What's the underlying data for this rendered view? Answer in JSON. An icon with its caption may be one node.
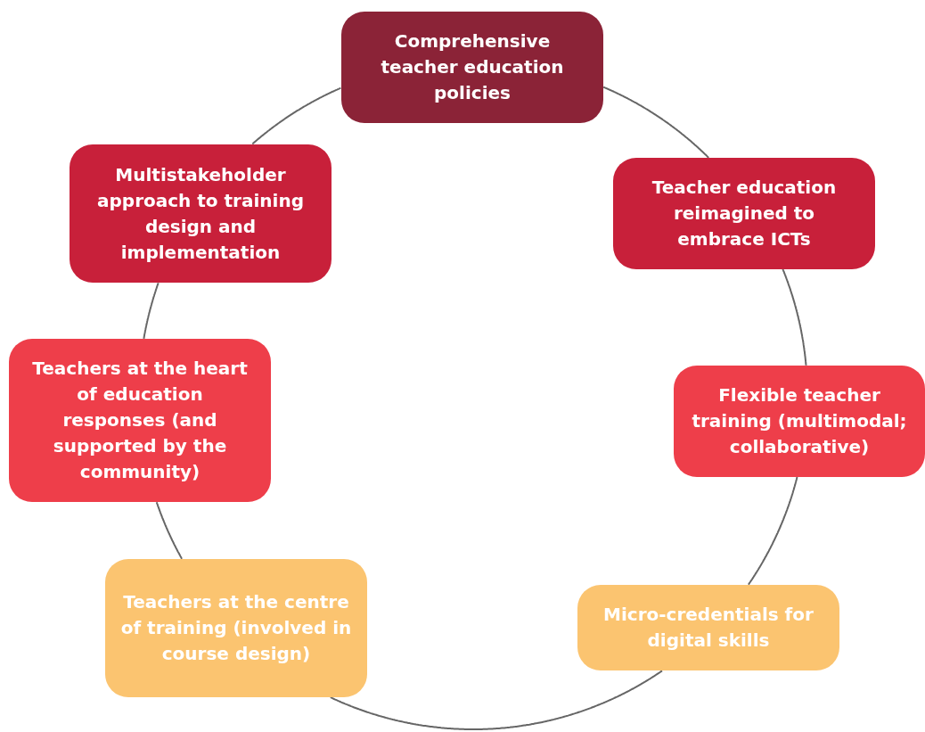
{
  "diagram": {
    "nodes": [
      {
        "text": [
          "Comprehensive teacher education policies"
        ]
      },
      {
        "text": [
          "Multistakeholder approach to training design and implementation"
        ]
      },
      {
        "text": [
          "Teacher education reimagined to embrace ICTs"
        ]
      },
      {
        "text": [
          "Teachers at the heart of education responses (and supported by the community)"
        ]
      },
      {
        "text": [
          "Flexible teacher training (multimodal; collaborative)"
        ]
      },
      {
        "text": [
          "Teachers at the centre of training (involved in course design)"
        ]
      },
      {
        "text": [
          "Micro-credentials for digital skills"
        ]
      }
    ],
    "edges": [
      {
        "from": 0,
        "to": 2,
        "arrow": "none"
      },
      {
        "from": 2,
        "to": 4,
        "arrow": "none"
      },
      {
        "from": 4,
        "to": 6,
        "arrow": "none"
      },
      {
        "from": 6,
        "to": 5,
        "arrow": "none"
      },
      {
        "from": 5,
        "to": 3,
        "arrow": "none"
      },
      {
        "from": 3,
        "to": 1,
        "arrow": "none"
      },
      {
        "from": 1,
        "to": 0,
        "arrow": "none"
      }
    ]
  }
}
